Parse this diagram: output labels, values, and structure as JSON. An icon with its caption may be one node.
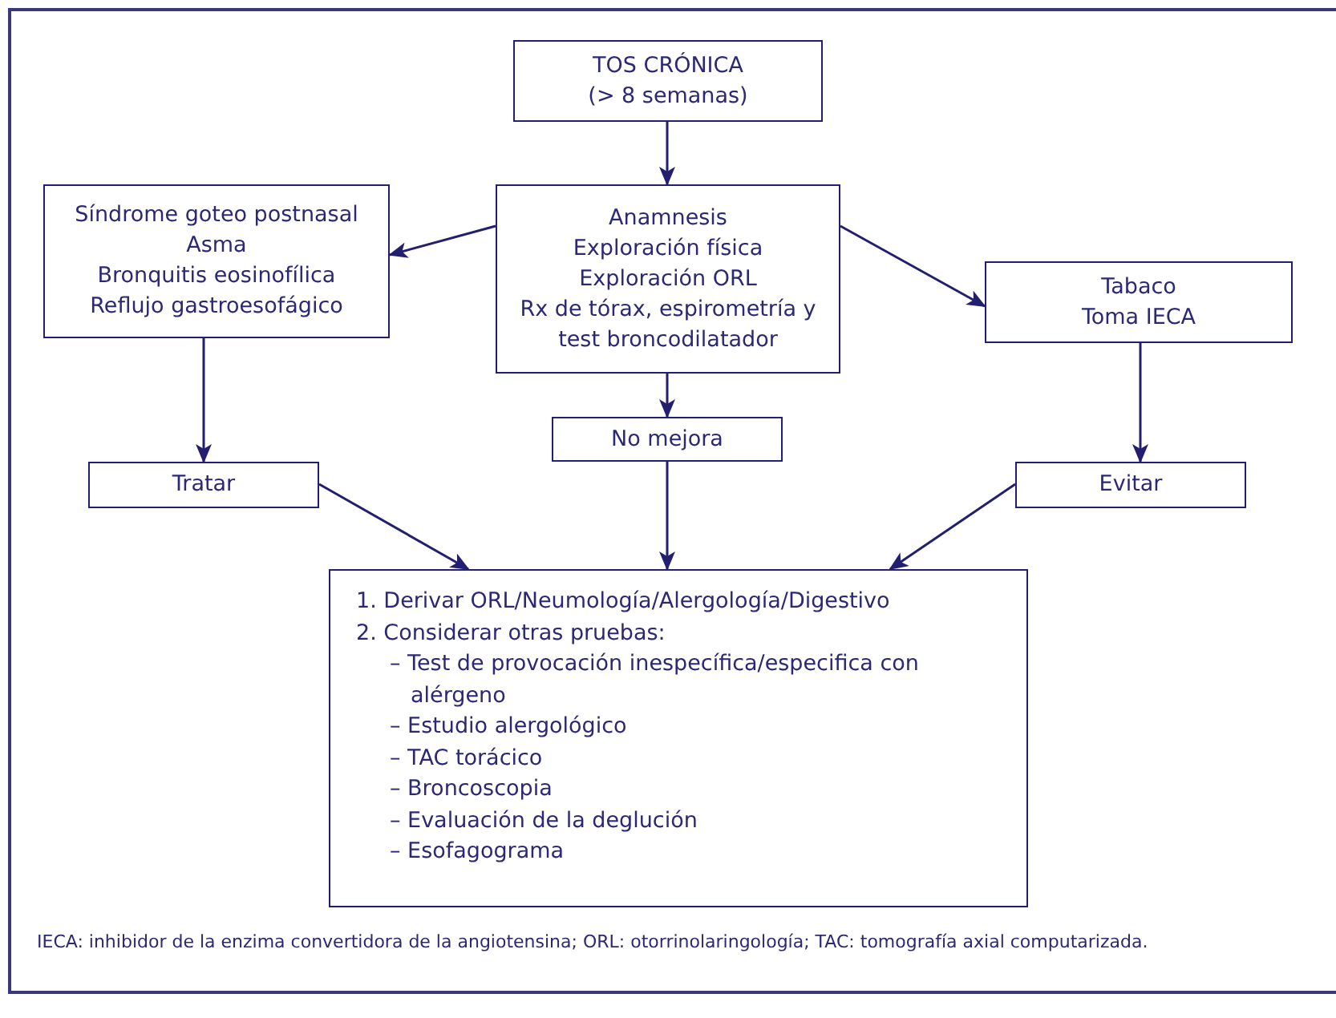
{
  "diagram": {
    "caption": "IECA: inhibidor de la enzima convertidora de la angiotensina;  ORL: otorrinolaringología;  TAC: tomografía axial computarizada.",
    "nodes": [
      {
        "text": [
          "TOS CRÓNICA",
          "(> 8 semanas)"
        ]
      },
      {
        "text": [
          "Anamnesis",
          "Exploración física",
          "Exploración ORL",
          "Rx de tórax, espirometría y test broncodilatador"
        ]
      },
      {
        "text": [
          "Síndrome goteo postnasal",
          "Asma",
          "Bronquitis eosinofílica",
          "Reflujo gastroesofágico"
        ]
      },
      {
        "text": [
          "Tabaco",
          "Toma IECA"
        ]
      },
      {
        "text": [
          "Tratar"
        ]
      },
      {
        "text": [
          "No mejora"
        ]
      },
      {
        "text": [
          "Evitar"
        ]
      },
      {
        "text": [
          "1. Derivar ORL/Neumología/Alergología/Digestivo",
          "2. Considerar otras pruebas:",
          "– Test de provocación inespecífica/especifica con alérgeno",
          "– Estudio alergológico",
          "– TAC torácico",
          "– Broncoscopia",
          "– Evaluación de la deglución",
          "– Esofagograma"
        ]
      }
    ],
    "edges": [
      {
        "from": 0,
        "to": 1,
        "arrow": "to"
      },
      {
        "from": 1,
        "to": 2,
        "arrow": "to"
      },
      {
        "from": 1,
        "to": 3,
        "arrow": "to"
      },
      {
        "from": 1,
        "to": 5,
        "arrow": "to"
      },
      {
        "from": 2,
        "to": 4,
        "arrow": "to"
      },
      {
        "from": 3,
        "to": 6,
        "arrow": "to"
      },
      {
        "from": 4,
        "to": 7,
        "arrow": "to"
      },
      {
        "from": 5,
        "to": 7,
        "arrow": "to"
      },
      {
        "from": 6,
        "to": 7,
        "arrow": "to"
      }
    ]
  }
}
